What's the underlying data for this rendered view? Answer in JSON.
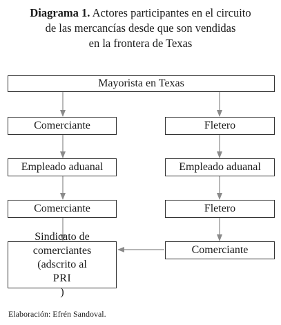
{
  "title": {
    "label": "Diagrama 1.",
    "line1_rest": "Actores participantes en el circuito",
    "line2": "de las mercancías desde que son vendidas",
    "line3": "en la frontera de Texas"
  },
  "nodes": {
    "top": "Mayorista en Texas",
    "left_1": "Comerciante",
    "left_2": "Empleado aduanal",
    "left_3": "Comerciante",
    "left_4": {
      "line1": "Sindicato de",
      "line2": "comerciantes",
      "line3_prefix": "(adscrito al ",
      "line3_party": "PRI",
      "line3_suffix": ")"
    },
    "right_1": "Fletero",
    "right_2": "Empleado aduanal",
    "right_3": "Fletero",
    "right_4": "Comerciante"
  },
  "credit": "Elaboración: Efrén Sandoval.",
  "colors": {
    "arrow": "#8a8a8a",
    "box_border": "#333333"
  }
}
